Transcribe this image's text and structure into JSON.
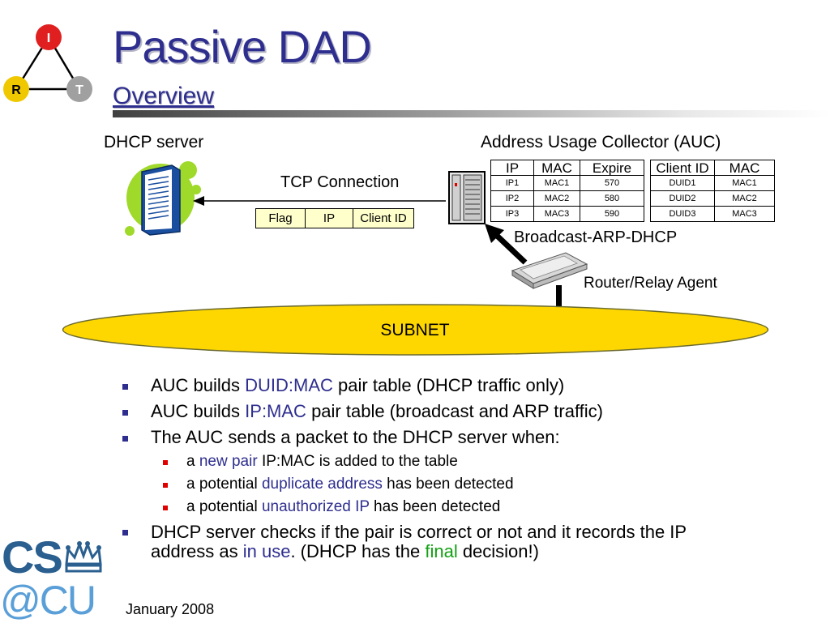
{
  "title": "Passive DAD",
  "subtitle": "Overview",
  "logo_triangle": {
    "top": "I",
    "left": "R",
    "right": "T"
  },
  "logo_cs": {
    "line1": "CS",
    "line2": "@CU"
  },
  "diagram": {
    "dhcp_server_label": "DHCP server",
    "auc_label": "Address Usage Collector (AUC)",
    "tcp_label": "TCP Connection",
    "packet_fields": [
      "Flag",
      "IP",
      "Client ID"
    ],
    "ip_mac_table": {
      "headers": [
        "IP",
        "MAC",
        "Expire"
      ],
      "rows": [
        [
          "IP1",
          "MAC1",
          "570"
        ],
        [
          "IP2",
          "MAC2",
          "580"
        ],
        [
          "IP3",
          "MAC3",
          "590"
        ]
      ]
    },
    "duid_mac_table": {
      "headers": [
        "Client ID",
        "MAC"
      ],
      "rows": [
        [
          "DUID1",
          "MAC1"
        ],
        [
          "DUID2",
          "MAC2"
        ],
        [
          "DUID3",
          "MAC3"
        ]
      ]
    },
    "broadcast_label": "Broadcast-ARP-DHCP",
    "router_label": "Router/Relay Agent",
    "subnet_label": "SUBNET"
  },
  "bullets": {
    "b1": {
      "pre": "AUC builds ",
      "hl": "DUID:MAC",
      "post": " pair table (DHCP traffic only)"
    },
    "b2": {
      "pre": "AUC builds ",
      "hl": "IP:MAC",
      "post": " pair table (broadcast and ARP traffic)"
    },
    "b3": {
      "text": "The AUC sends a packet to the DHCP server when:"
    },
    "s1": {
      "pre": "a ",
      "hl": "new pair",
      "post": " IP:MAC is added to the table"
    },
    "s2": {
      "pre": "a potential ",
      "hl": "duplicate address",
      "post": " has been detected"
    },
    "s3": {
      "pre": "a potential ",
      "hl": "unauthorized IP",
      "post": " has been detected"
    },
    "b4": {
      "line1": "DHCP server checks if the pair is correct or not and it records the IP",
      "line2_pre": "address as ",
      "line2_hl": "in use",
      "line2_mid": ". (DHCP has the ",
      "line2_final": "final",
      "line2_post": " decision!)"
    }
  },
  "footer": "January 2008",
  "colors": {
    "title": "#2e2e8f",
    "highlight": "#2e2e8f",
    "final": "#12a012",
    "subnet": "#ffd700",
    "packet": "#ffffcc",
    "node_i": "#e02020",
    "node_r": "#f0c800",
    "node_t": "#a0a0a0"
  }
}
